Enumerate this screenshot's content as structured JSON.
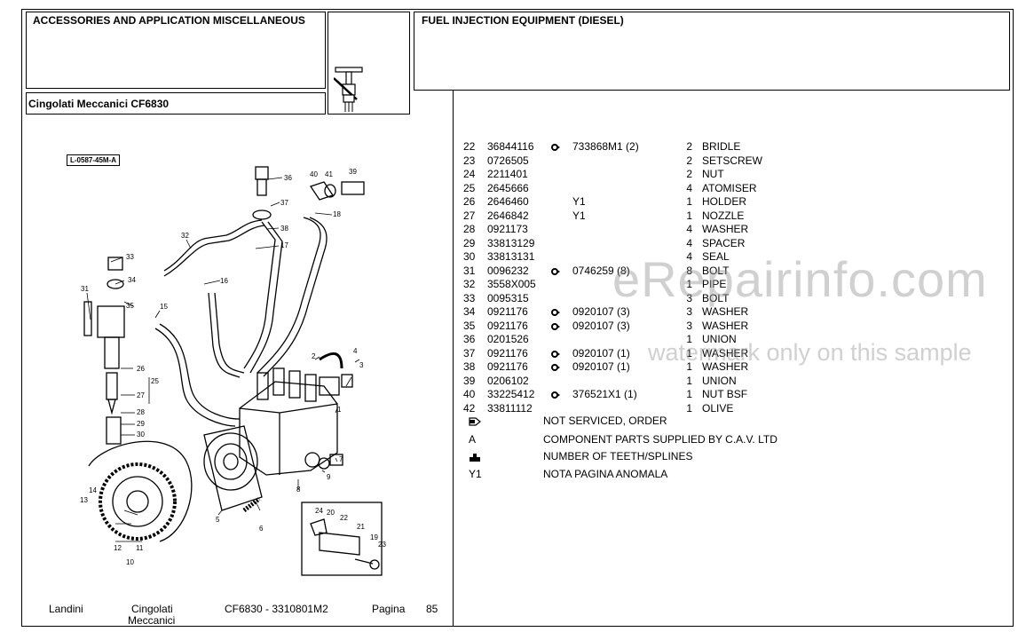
{
  "header": {
    "section_title": "ACCESSORIES AND APPLICATION MISCELLANEOUS",
    "group_title": "FUEL INJECTION EQUIPMENT (DIESEL)",
    "model_label": "Cingolati Meccanici CF6830"
  },
  "diagram": {
    "ref_code": "L-0587-45M-A",
    "callouts": [
      "1",
      "2",
      "3",
      "4",
      "5",
      "6",
      "7",
      "8",
      "9",
      "10",
      "11",
      "12",
      "13",
      "14",
      "15",
      "16",
      "17",
      "18",
      "19",
      "20",
      "21",
      "22",
      "23",
      "24",
      "25",
      "26",
      "27",
      "28",
      "29",
      "30",
      "31",
      "32",
      "33",
      "34",
      "35",
      "36",
      "37",
      "38",
      "39",
      "40",
      "41"
    ]
  },
  "parts": [
    {
      "no": "22",
      "pn": "36844116",
      "sym": true,
      "ref": "733868M1  (2)",
      "qty": "2",
      "desc": "BRIDLE"
    },
    {
      "no": "23",
      "pn": "0726505",
      "sym": false,
      "ref": "",
      "qty": "2",
      "desc": "SETSCREW"
    },
    {
      "no": "24",
      "pn": "2211401",
      "sym": false,
      "ref": "",
      "qty": "2",
      "desc": "NUT"
    },
    {
      "no": "25",
      "pn": "2645666",
      "sym": false,
      "ref": "",
      "qty": "4",
      "desc": "ATOMISER"
    },
    {
      "no": "26",
      "pn": "2646460",
      "sym": false,
      "ref": "Y1",
      "qty": "1",
      "desc": "HOLDER"
    },
    {
      "no": "27",
      "pn": "2646842",
      "sym": false,
      "ref": "Y1",
      "qty": "1",
      "desc": "NOZZLE"
    },
    {
      "no": "28",
      "pn": "0921173",
      "sym": false,
      "ref": "",
      "qty": "4",
      "desc": "WASHER"
    },
    {
      "no": "29",
      "pn": "33813129",
      "sym": false,
      "ref": "",
      "qty": "4",
      "desc": "SPACER"
    },
    {
      "no": "30",
      "pn": "33813131",
      "sym": false,
      "ref": "",
      "qty": "4",
      "desc": "SEAL"
    },
    {
      "no": "31",
      "pn": "0096232",
      "sym": true,
      "ref": "0746259  (8)",
      "qty": "8",
      "desc": "BOLT"
    },
    {
      "no": "32",
      "pn": "3558X005",
      "sym": false,
      "ref": "",
      "qty": "1",
      "desc": "PIPE"
    },
    {
      "no": "33",
      "pn": "0095315",
      "sym": false,
      "ref": "",
      "qty": "3",
      "desc": "BOLT"
    },
    {
      "no": "34",
      "pn": "0921176",
      "sym": true,
      "ref": "0920107  (3)",
      "qty": "3",
      "desc": "WASHER"
    },
    {
      "no": "35",
      "pn": "0921176",
      "sym": true,
      "ref": "0920107  (3)",
      "qty": "3",
      "desc": "WASHER"
    },
    {
      "no": "36",
      "pn": "0201526",
      "sym": false,
      "ref": "",
      "qty": "1",
      "desc": "UNION"
    },
    {
      "no": "37",
      "pn": "0921176",
      "sym": true,
      "ref": "0920107  (1)",
      "qty": "1",
      "desc": "WASHER"
    },
    {
      "no": "38",
      "pn": "0921176",
      "sym": true,
      "ref": "0920107  (1)",
      "qty": "1",
      "desc": "WASHER"
    },
    {
      "no": "39",
      "pn": "0206102",
      "sym": false,
      "ref": "",
      "qty": "1",
      "desc": "UNION"
    },
    {
      "no": "40",
      "pn": "33225412",
      "sym": true,
      "ref": "376521X1  (1)",
      "qty": "1",
      "desc": "NUT BSF"
    },
    {
      "no": "42",
      "pn": "33811112",
      "sym": false,
      "ref": "",
      "qty": "1",
      "desc": "OLIVE"
    }
  ],
  "legend": [
    {
      "symbol": "arrow-hand-icon",
      "key": "",
      "text": "NOT SERVICED, ORDER"
    },
    {
      "symbol": "",
      "key": "A",
      "text": "COMPONENT PARTS SUPPLIED BY C.A.V. LTD"
    },
    {
      "symbol": "gear-tooth-icon",
      "key": "",
      "text": "NUMBER OF TEETH/SPLINES"
    },
    {
      "symbol": "",
      "key": "Y1",
      "text": "NOTA PAGINA ANOMALA"
    }
  ],
  "footer": {
    "brand": "Landini",
    "series_line1": "Cingolati",
    "series_line2": "Meccanici",
    "code": "CF6830 - 3310801M2",
    "page_label": "Pagina",
    "page_number": "85"
  },
  "watermark": {
    "line1": "eRepairinfo.com",
    "line2": "watermark only on this sample"
  }
}
